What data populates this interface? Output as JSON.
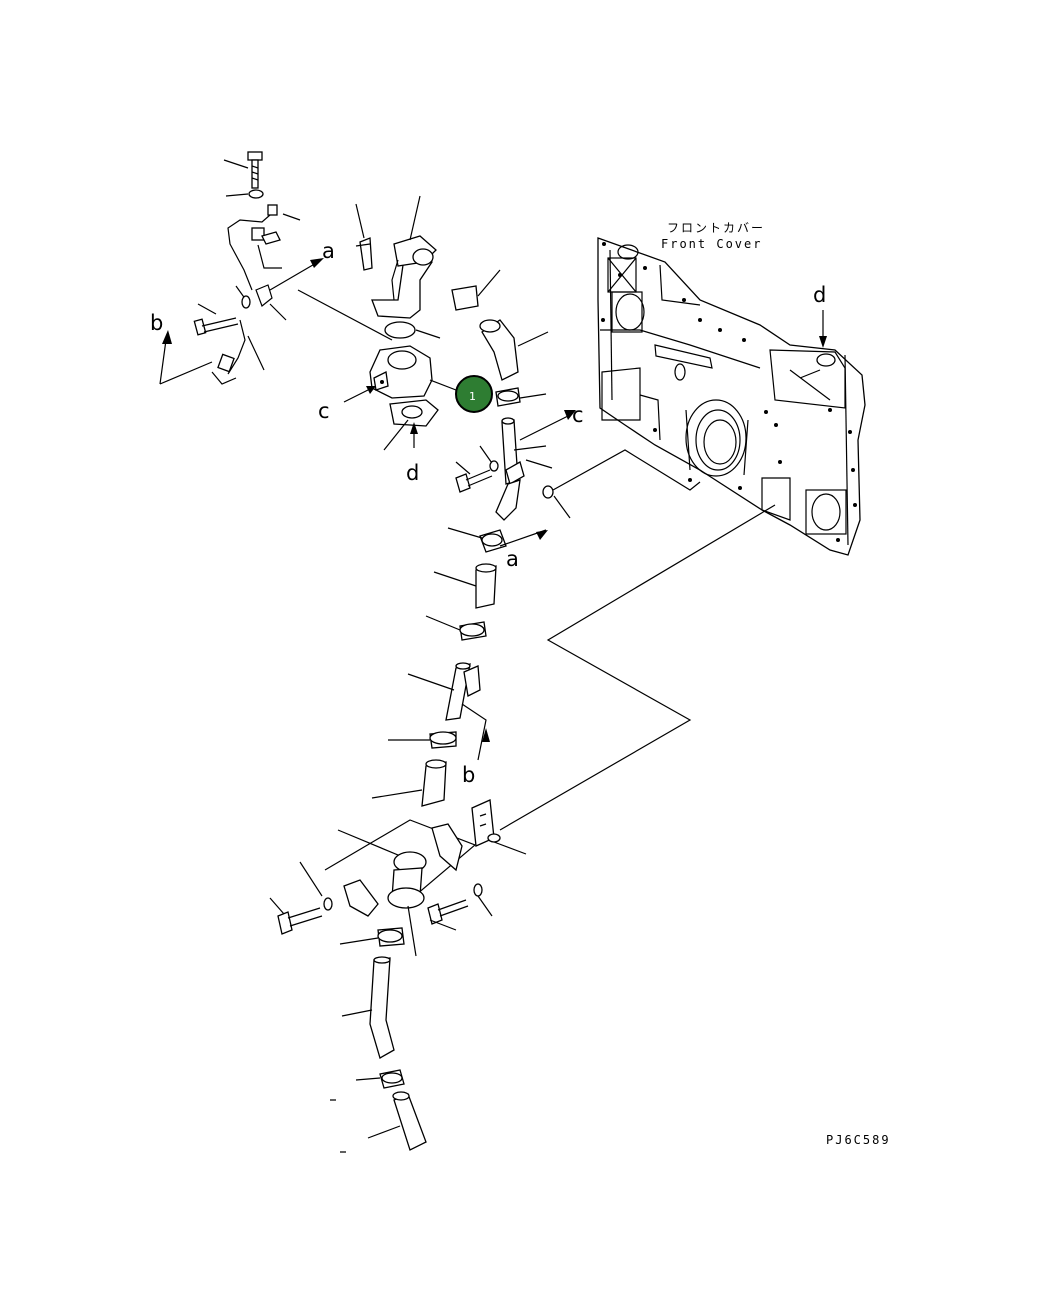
{
  "title": {
    "jp": "フロントカバー",
    "en": "Front Cover"
  },
  "drawing_code": "PJ6C589",
  "callout": {
    "number": "1",
    "color": "#2e7d32"
  },
  "view_letters": {
    "a": "a",
    "b": "b",
    "c": "c",
    "d": "d"
  }
}
